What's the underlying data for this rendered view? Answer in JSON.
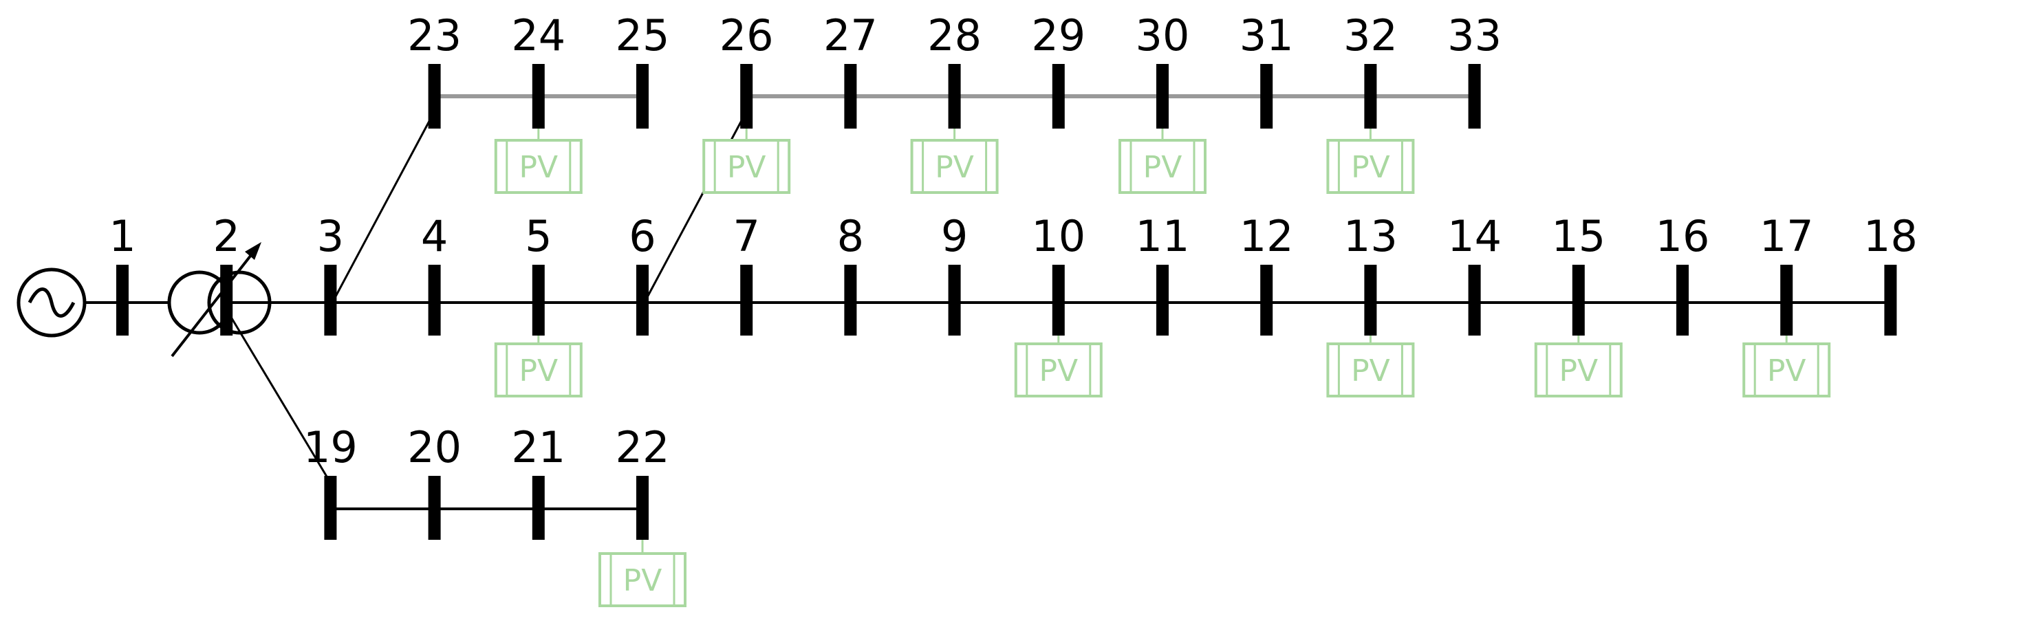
{
  "colors": {
    "bus": "#000000",
    "main_line": "#000000",
    "upper_line": "#999999",
    "pv": "#a9d8a0",
    "source": "#000000"
  },
  "icons": {
    "source": "ac-source-icon",
    "transformer": "on-load-tap-changer-transformer-icon",
    "pv": "pv-panel-icon"
  },
  "pv_label": "PV",
  "buses": [
    {
      "id": "1",
      "label": "1"
    },
    {
      "id": "2",
      "label": "2"
    },
    {
      "id": "3",
      "label": "3"
    },
    {
      "id": "4",
      "label": "4"
    },
    {
      "id": "5",
      "label": "5"
    },
    {
      "id": "6",
      "label": "6"
    },
    {
      "id": "7",
      "label": "7"
    },
    {
      "id": "8",
      "label": "8"
    },
    {
      "id": "9",
      "label": "9"
    },
    {
      "id": "10",
      "label": "10"
    },
    {
      "id": "11",
      "label": "11"
    },
    {
      "id": "12",
      "label": "12"
    },
    {
      "id": "13",
      "label": "13"
    },
    {
      "id": "14",
      "label": "14"
    },
    {
      "id": "15",
      "label": "15"
    },
    {
      "id": "16",
      "label": "16"
    },
    {
      "id": "17",
      "label": "17"
    },
    {
      "id": "18",
      "label": "18"
    },
    {
      "id": "19",
      "label": "19"
    },
    {
      "id": "20",
      "label": "20"
    },
    {
      "id": "21",
      "label": "21"
    },
    {
      "id": "22",
      "label": "22"
    },
    {
      "id": "23",
      "label": "23"
    },
    {
      "id": "24",
      "label": "24"
    },
    {
      "id": "25",
      "label": "25"
    },
    {
      "id": "26",
      "label": "26"
    },
    {
      "id": "27",
      "label": "27"
    },
    {
      "id": "28",
      "label": "28"
    },
    {
      "id": "29",
      "label": "29"
    },
    {
      "id": "30",
      "label": "30"
    },
    {
      "id": "31",
      "label": "31"
    },
    {
      "id": "32",
      "label": "32"
    },
    {
      "id": "33",
      "label": "33"
    }
  ],
  "feeders": [
    {
      "name": "main",
      "buses": [
        "2",
        "3",
        "4",
        "5",
        "6",
        "7",
        "8",
        "9",
        "10",
        "11",
        "12",
        "13",
        "14",
        "15",
        "16",
        "17",
        "18"
      ],
      "color": "#000000"
    },
    {
      "name": "lateral-19-22",
      "buses": [
        "19",
        "20",
        "21",
        "22"
      ],
      "color": "#000000"
    },
    {
      "name": "lateral-23-25",
      "buses": [
        "23",
        "24",
        "25"
      ],
      "color": "#999999"
    },
    {
      "name": "lateral-26-33",
      "buses": [
        "26",
        "27",
        "28",
        "29",
        "30",
        "31",
        "32",
        "33"
      ],
      "color": "#999999"
    }
  ],
  "branch_links": [
    {
      "from": "2",
      "to": "19"
    },
    {
      "from": "3",
      "to": "23"
    },
    {
      "from": "6",
      "to": "26"
    }
  ],
  "pv_buses": [
    "5",
    "10",
    "13",
    "15",
    "17",
    "22",
    "24",
    "26",
    "28",
    "30",
    "32"
  ]
}
